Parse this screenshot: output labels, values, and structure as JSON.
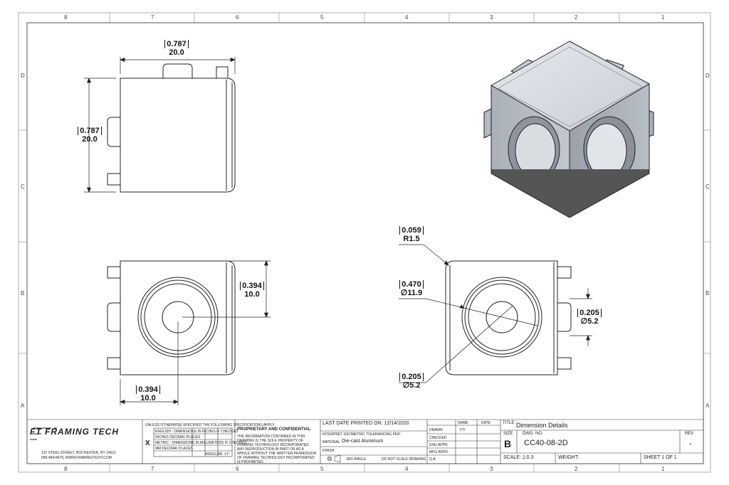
{
  "border": {
    "columns": [
      "8",
      "7",
      "6",
      "5",
      "4",
      "3",
      "2",
      "1"
    ],
    "rows": [
      "D",
      "C",
      "B",
      "A"
    ]
  },
  "dimensions": {
    "top_width_in": "0.787",
    "top_width_mm": "20.0",
    "top_height_in": "0.787",
    "top_height_mm": "20.0",
    "left_half_height_in": "0.394",
    "left_half_height_mm": "10.0",
    "left_half_width_in": "0.394",
    "left_half_width_mm": "10.0",
    "radius_in": "0.059",
    "radius_mm": "R1.5",
    "bore_in": "0.470",
    "bore_mm": "∅11.9",
    "hole_in": "0.205",
    "hole_mm": "∅5.2",
    "side_hole_in": "0.205",
    "side_hole_mm": "∅5.2"
  },
  "title_block": {
    "logo_text": "FRAMING TECH",
    "logo_mark": "FT",
    "company_line1": "137 STEEL STREET, ROCHESTER, NY 14611",
    "company_line2": "585-464-8470, WWW.FRAMINGTECH.COM",
    "tolerance_header": "UNLESS OTHERWISE SPECIFIED THE FOLLOWING SPECIFICATIONS APPLY:",
    "tol_row1": "ENGLISH - DIMENSIONS IN INCHES IF CHECKED",
    "tol_row2": "INCHES DECIMAL PLACES",
    "tol_row3": "METRIC - DIMENSIONS IN MILLIMETERS IF CHECKED",
    "tol_row4": "MM DECIMAL PLACES",
    "tol_row5": "ANGULAR: ±1°",
    "metric_check": "X",
    "proprietary_title": "PROPRIETARY AND CONFIDENTIAL",
    "proprietary_text": "THE INFORMATION CONTAINED IN THIS DRAWING IS THE SOLE PROPERTY OF FRAMING TECHNOLOGY INCORPORATED. ANY REPRODUCTION IN PART OR AS A WHOLE WITHOUT THE WRITTEN PERMISSION OF FRAMING TECHNOLOGY INCORPORATED IS PROHIBITED.",
    "last_printed": "LAST DATE PRINTED ON: 12/14/2020",
    "interpret": "INTERPRET GEOMETRIC TOLERANCING PER:",
    "material_label": "MATERIAL",
    "material_value": "Die-cast Aluminum",
    "finish_label": "FINISH",
    "angle_label": "3RD ANGLE",
    "no_scale": "DO NOT SCALE DRAWING",
    "name_header": "NAME",
    "date_header": "DATE",
    "drawn_label": "DRAWN",
    "drawn_name": "FTI",
    "checked_label": "CHECKED",
    "eng_label": "ENG APPR.",
    "mfg_label": "MFG APPR.",
    "qa_label": "Q.A.",
    "title_label": "TITLE:",
    "title_value": "Dimension Details",
    "size_label": "SIZE",
    "size_value": "B",
    "dwg_label": "DWG. NO.",
    "dwg_value": "CC40-08-2D",
    "rev_label": "REV",
    "rev_value": "-",
    "scale": "SCALE: 1:0.3",
    "weight": "WEIGHT:",
    "sheet": "SHEET 1 OF 1"
  }
}
